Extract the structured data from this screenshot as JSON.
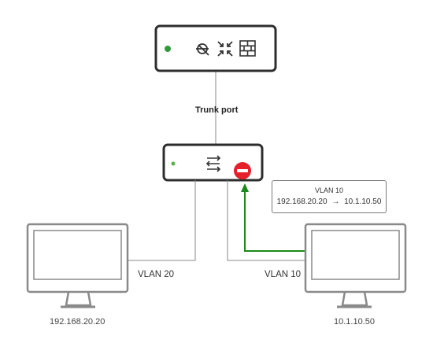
{
  "trunk_label": "Trunk port",
  "left_pc": {
    "vlan_label": "VLAN 20",
    "ip": "192.168.20.20"
  },
  "right_pc": {
    "vlan_label": "VLAN 10",
    "ip": "10.1.10.50"
  },
  "callout": {
    "title": "VLAN 10",
    "source_ip": "192.168.20.20",
    "arrow": "→",
    "dest_ip": "10.1.10.50"
  },
  "router": {
    "icons": [
      "routing-icon",
      "collapse-arrows-icon",
      "firewall-icon"
    ],
    "status_color": "#2f9a3a"
  },
  "switch": {
    "icons": [
      "switch-arrows-icon",
      "blocked-icon"
    ],
    "status_color": "#58b04a"
  },
  "colors": {
    "path": "#1a8a1a",
    "blocked": "#e5202a",
    "device_stroke": "#2d2d2d",
    "monitor_stroke": "#8a8a8a"
  }
}
